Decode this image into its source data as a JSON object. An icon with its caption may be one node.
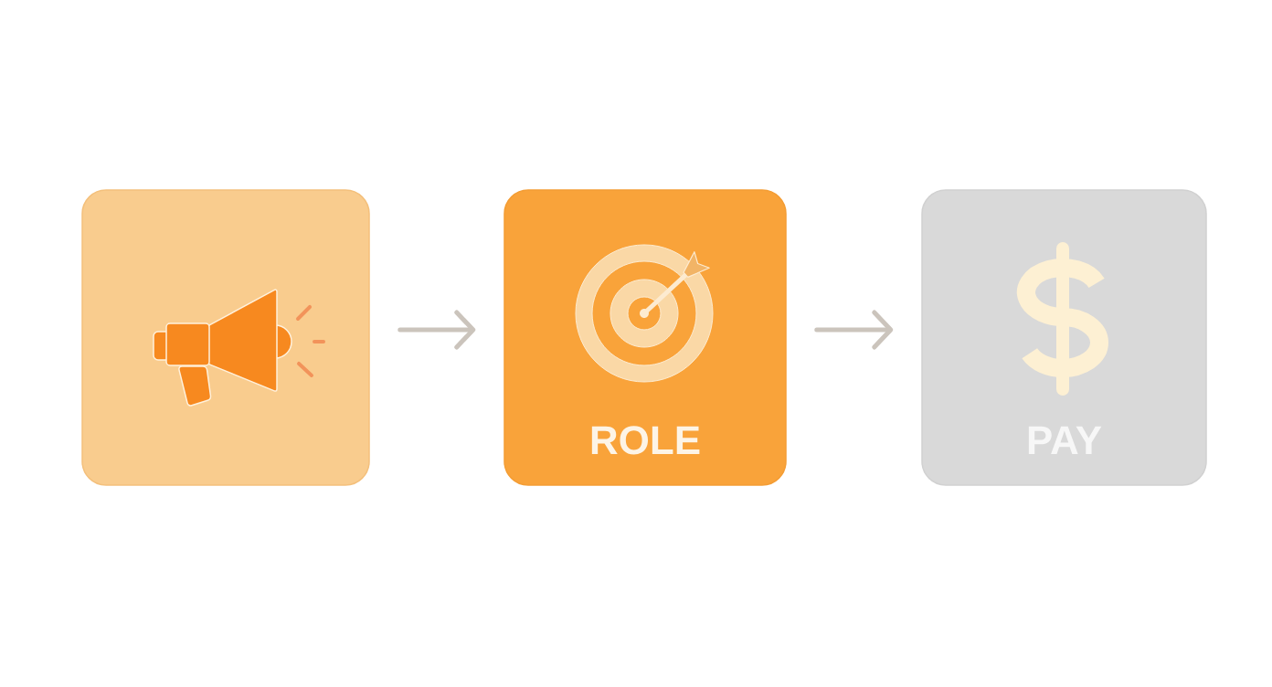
{
  "diagram": {
    "nodes": [
      {
        "text": [],
        "shape": "box"
      },
      {
        "text": [
          "ROLE"
        ]
      },
      {
        "text": [
          "PAY"
        ]
      }
    ],
    "edges": [
      {
        "from": 0,
        "to": 1,
        "arrow": "to"
      },
      {
        "from": 1,
        "to": 2,
        "arrow": "to"
      }
    ]
  }
}
